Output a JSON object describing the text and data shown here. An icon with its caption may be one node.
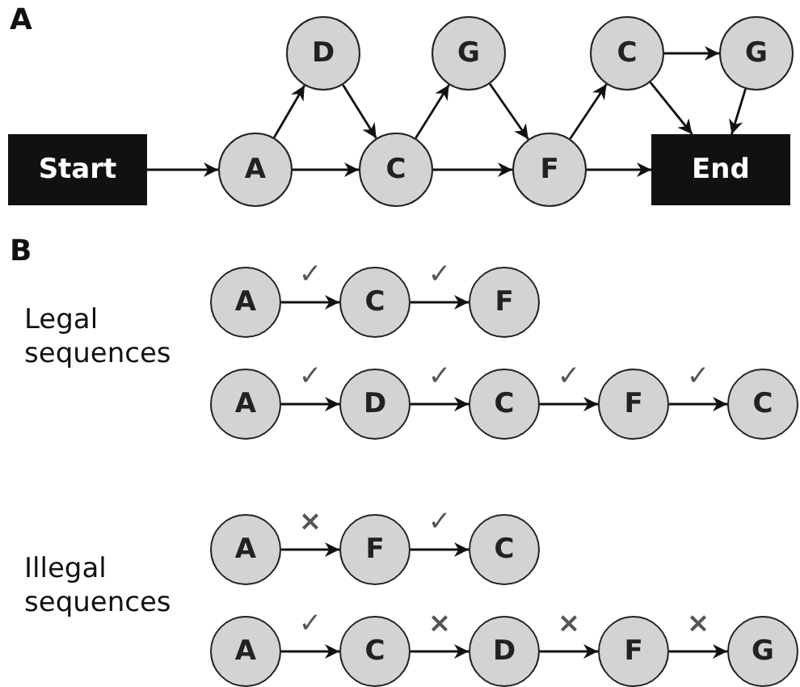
{
  "diagram": {
    "nodes": [
      {
        "text": [
          "Start"
        ]
      },
      {
        "text": [
          "A"
        ]
      },
      {
        "text": [
          "D"
        ]
      },
      {
        "text": [
          "C"
        ]
      },
      {
        "text": [
          "G"
        ]
      },
      {
        "text": [
          "F"
        ]
      },
      {
        "text": [
          "C"
        ]
      },
      {
        "text": [
          "G"
        ]
      },
      {
        "text": [
          "End"
        ]
      },
      {
        "text": [
          "A"
        ]
      },
      {
        "text": [
          "C"
        ]
      },
      {
        "text": [
          "F"
        ]
      },
      {
        "text": [
          "A"
        ]
      },
      {
        "text": [
          "D"
        ]
      },
      {
        "text": [
          "C"
        ]
      },
      {
        "text": [
          "F"
        ]
      },
      {
        "text": [
          "C"
        ]
      },
      {
        "text": [
          "A"
        ]
      },
      {
        "text": [
          "F"
        ]
      },
      {
        "text": [
          "C"
        ]
      },
      {
        "text": [
          "A"
        ]
      },
      {
        "text": [
          "C"
        ]
      },
      {
        "text": [
          "D"
        ]
      },
      {
        "text": [
          "F"
        ]
      },
      {
        "text": [
          "G"
        ]
      }
    ],
    "edges": [
      {
        "from": 0,
        "to": 1,
        "arrow": "to"
      },
      {
        "from": 1,
        "to": 2,
        "arrow": "to"
      },
      {
        "from": 1,
        "to": 3,
        "arrow": "to"
      },
      {
        "from": 2,
        "to": 3,
        "arrow": "to"
      },
      {
        "from": 3,
        "to": 4,
        "arrow": "to"
      },
      {
        "from": 3,
        "to": 5,
        "arrow": "to"
      },
      {
        "from": 4,
        "to": 5,
        "arrow": "to"
      },
      {
        "from": 5,
        "to": 6,
        "arrow": "to"
      },
      {
        "from": 5,
        "to": 8,
        "arrow": "to"
      },
      {
        "from": 6,
        "to": 7,
        "arrow": "to"
      },
      {
        "from": 6,
        "to": 8,
        "arrow": "to"
      },
      {
        "from": 7,
        "to": 8,
        "arrow": "to"
      },
      {
        "from": 9,
        "to": 10,
        "arrow": "to",
        "label": "✓"
      },
      {
        "from": 10,
        "to": 11,
        "arrow": "to",
        "label": "✓"
      },
      {
        "from": 12,
        "to": 13,
        "arrow": "to",
        "label": "✓"
      },
      {
        "from": 13,
        "to": 14,
        "arrow": "to",
        "label": "✓"
      },
      {
        "from": 14,
        "to": 15,
        "arrow": "to",
        "label": "✓"
      },
      {
        "from": 15,
        "to": 16,
        "arrow": "to",
        "label": "✓"
      },
      {
        "from": 17,
        "to": 18,
        "arrow": "to",
        "label": "×"
      },
      {
        "from": 18,
        "to": 19,
        "arrow": "to",
        "label": "✓"
      },
      {
        "from": 20,
        "to": 21,
        "arrow": "to",
        "label": "✓"
      },
      {
        "from": 21,
        "to": 22,
        "arrow": "to",
        "label": "×"
      },
      {
        "from": 22,
        "to": 23,
        "arrow": "to",
        "label": "×"
      },
      {
        "from": 23,
        "to": 24,
        "arrow": "to",
        "label": "×"
      }
    ],
    "labels": [
      "A",
      "B",
      "Legal sequences",
      "Illegal sequences"
    ]
  }
}
